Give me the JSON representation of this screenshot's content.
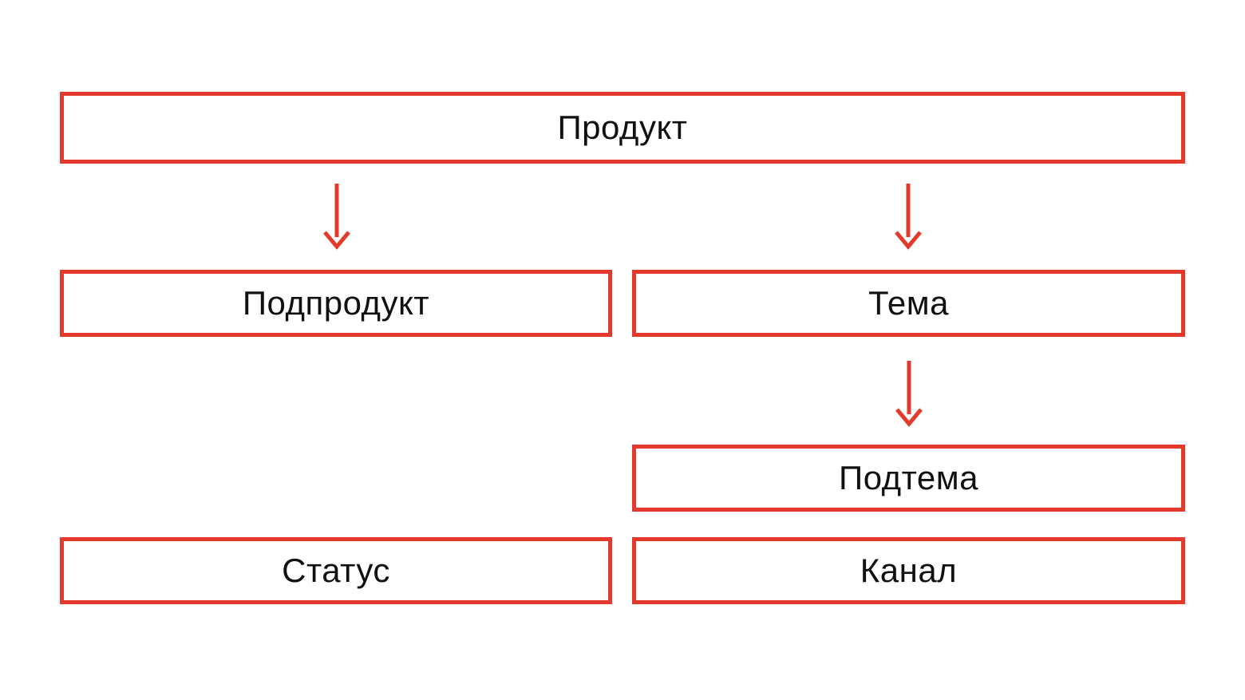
{
  "colors": {
    "accent": "#e33a2d",
    "text": "#111111",
    "bg": "#ffffff"
  },
  "diagram": {
    "type": "hierarchy-flow",
    "nodes": [
      {
        "id": "product",
        "label": "Продукт"
      },
      {
        "id": "subproduct",
        "label": "Подпродукт"
      },
      {
        "id": "theme",
        "label": "Тема"
      },
      {
        "id": "subtheme",
        "label": "Подтема"
      },
      {
        "id": "status",
        "label": "Статус"
      },
      {
        "id": "channel",
        "label": "Канал"
      }
    ],
    "edges": [
      {
        "from": "product",
        "to": "subproduct"
      },
      {
        "from": "product",
        "to": "theme"
      },
      {
        "from": "theme",
        "to": "subtheme"
      }
    ]
  }
}
